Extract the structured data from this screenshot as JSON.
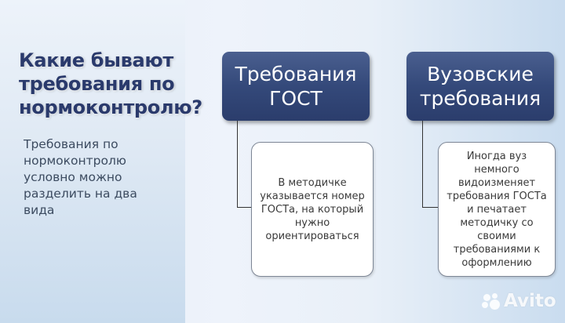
{
  "slide": {
    "title": "Какие бывают требования по нормоконтролю?",
    "subtitle": "Требования по нормоконтролю условно можно разделить на два вида",
    "categories": [
      {
        "header": "Требования ГОСТ",
        "detail": "В методичке указывается номер ГОСТа, на который нужно ориентироваться"
      },
      {
        "header": "Вузовские требования",
        "detail": "Иногда вуз немного видоизменяет требования ГОСТа и печатает методичку со своими требованиями к оформлению"
      }
    ],
    "colors": {
      "title": "#2a3a6c",
      "header_box": "#34497a",
      "header_text": "#ffffff",
      "detail_border": "#7e8796",
      "background_light": "#eef3fb",
      "background_right": "#c9dcef"
    }
  },
  "watermark": {
    "icon": "avito-dots-icon",
    "text": "Avito"
  }
}
